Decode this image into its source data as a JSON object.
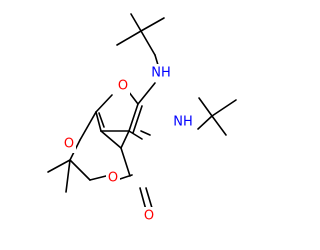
{
  "molecule": {
    "atoms": {
      "ring_o_furan": "O",
      "nh_top": "NH",
      "nh_right": "NH",
      "ring_o_left": "O",
      "ring_o_bottom": "O",
      "carbonyl_o": "O"
    },
    "colors": {
      "bond": "#000000",
      "oxygen": "#ff0000",
      "nitrogen": "#0000ff",
      "background": "#ffffff"
    }
  }
}
